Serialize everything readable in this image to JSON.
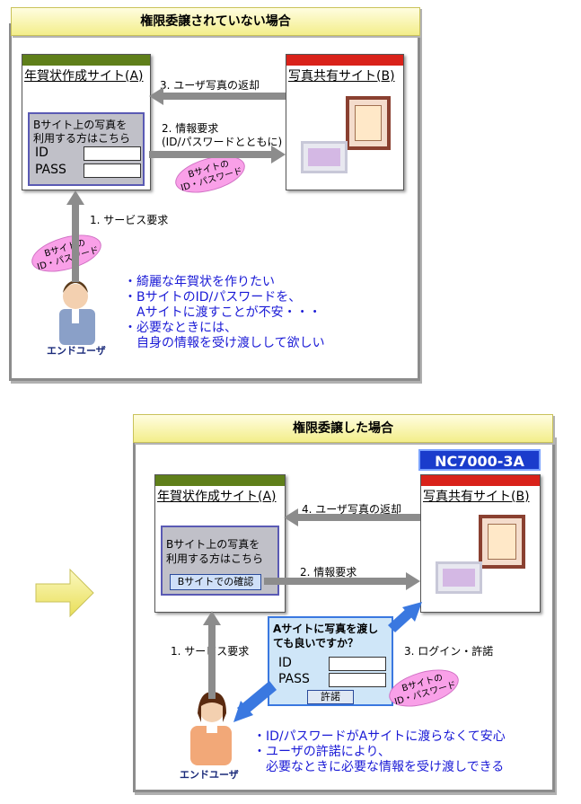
{
  "top": {
    "banner": "権限委譲されていない場合",
    "app_a": {
      "title": "年賀状作成サイト(A)",
      "bar_color": "#5f7f1a",
      "box_line1": "Bサイト上の写真を",
      "box_line2": "利用する方はこちら",
      "id_label": "ID",
      "pass_label": "PASS"
    },
    "app_b": {
      "title": "写真共有サイト(B)",
      "bar_color": "#d9221a"
    },
    "step3": "3. ユーザ写真の返却",
    "step2_line1": "2. 情報要求",
    "step2_line2": "(ID/パスワードとともに)",
    "step1": "1. サービス要求",
    "oval_right": [
      "Bサイトの",
      "ID・パスワード"
    ],
    "oval_left": [
      "Bサイトの",
      "ID・パスワード"
    ],
    "user_label": "エンドユーザ",
    "notes": [
      "・綺麗な年賀状を作りたい",
      "・BサイトのID/パスワードを、",
      "　Aサイトに渡すことが不安・・・",
      "・必要なときには、",
      "　自身の情報を受け渡しして欲しい"
    ]
  },
  "bottom": {
    "banner": "権限委譲した場合",
    "badge": "NC7000-3A",
    "badge_color": "#1a3ccc",
    "app_a": {
      "title": "年賀状作成サイト(A)",
      "bar_color": "#5f7f1a",
      "box_line1": "Bサイト上の写真を",
      "box_line2": "利用する方はこちら",
      "confirm_button": "Bサイトでの確認"
    },
    "app_b": {
      "title": "写真共有サイト(B)",
      "bar_color": "#d9221a"
    },
    "step4": "4. ユーザ写真の返却",
    "step2": "2. 情報要求",
    "step3": "3. ログイン・許諾",
    "step1": "1. サービス要求",
    "dialog": {
      "line1": "Aサイトに写真を渡し",
      "line2": "ても良いですか？",
      "id_label": "ID",
      "pass_label": "PASS",
      "allow_button": "許諾"
    },
    "oval": [
      "Bサイトの",
      "ID・パスワード"
    ],
    "user_label": "エンドユーザ",
    "notes": [
      "・ID/パスワードがAサイトに渡らなくて安心",
      "・ユーザの許諾により、",
      "　必要なときに必要な情報を受け渡しできる"
    ]
  },
  "colors": {
    "arrow_gray": "#8c8c8c",
    "arrow_blue": "#3a78e0",
    "note_blue": "#1a1ad6",
    "oval_pink": "#f9a0e8"
  }
}
